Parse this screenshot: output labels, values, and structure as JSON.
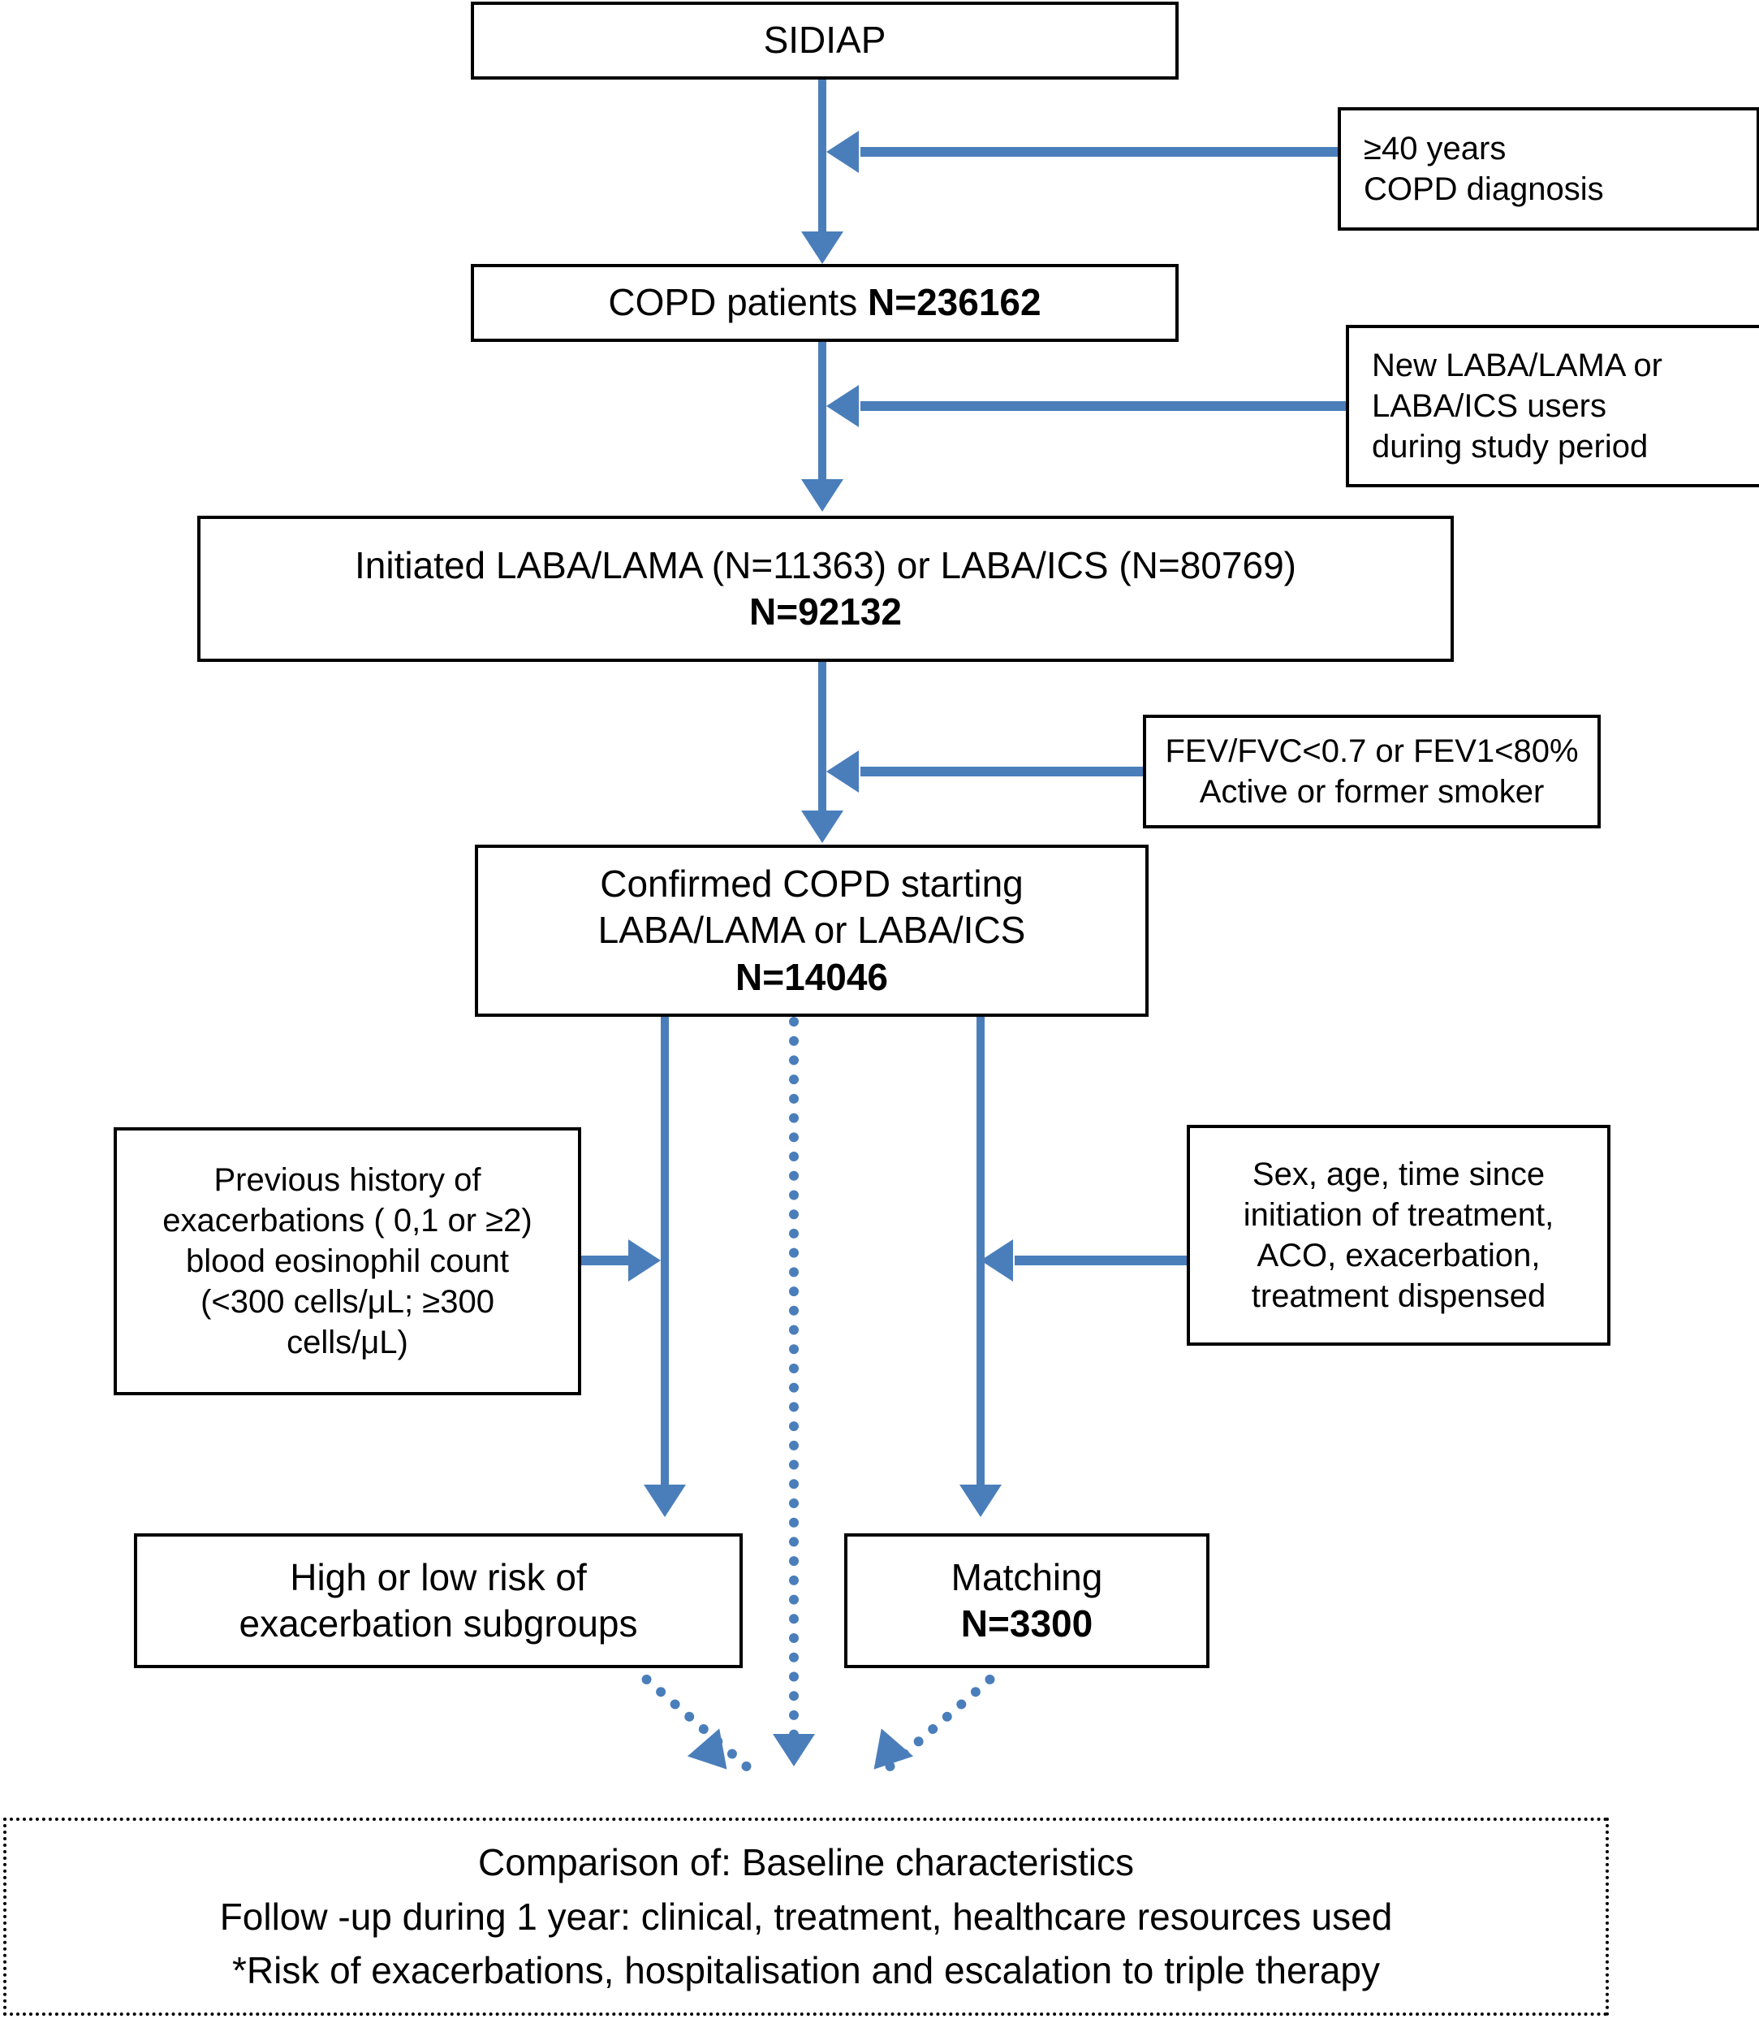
{
  "figure": {
    "type": "flowchart",
    "title": "COPD study patient selection flow diagram",
    "accent_color": "#4A7EBB",
    "box_border_color": "#000000",
    "background": "#ffffff"
  },
  "nodes": {
    "sidiap": {
      "label": "SIDIAP"
    },
    "copd_patients": {
      "label": "COPD patients ",
      "count": "N=236162"
    },
    "initiated": {
      "line1": "Initiated LABA/LAMA (N=11363) or LABA/ICS (N=80769)",
      "count": "N=92132",
      "laba_lama_n": "11363",
      "laba_ics_n": "80769",
      "total_n": "92132"
    },
    "confirmed": {
      "line1": "Confirmed COPD starting",
      "line2": "LABA/LAMA or LABA/ICS",
      "count": "N=14046"
    },
    "high_low_risk": {
      "line1": "High or low risk of",
      "line2": "exacerbation subgroups"
    },
    "matching": {
      "line1": "Matching",
      "count": "N=3300"
    },
    "comparison": {
      "line1": "Comparison of: Baseline characteristics",
      "line2": "Follow -up during 1 year: clinical, treatment, healthcare resources used",
      "line3": "*Risk of exacerbations, hospitalisation and escalation to triple therapy"
    }
  },
  "criteria": {
    "age_copd": {
      "line1": "≥40 years",
      "line2": "COPD diagnosis"
    },
    "new_users": {
      "line1": "New LABA/LAMA or",
      "line2": "LABA/ICS users",
      "line3": "during study period"
    },
    "spirometry": {
      "line1": "FEV/FVC<0.7 or FEV1<80%",
      "line2": "Active or former smoker"
    },
    "previous_history": {
      "line1": "Previous history of",
      "line2": "exacerbations ( 0,1 or ≥2)",
      "line3": "blood eosinophil count",
      "line4": "(<300 cells/μL; ≥300",
      "line5": "cells/μL)"
    },
    "matching_vars": {
      "line1": "Sex, age, time since",
      "line2": "initiation of treatment,",
      "line3": "ACO, exacerbation,",
      "line4": "treatment dispensed"
    }
  }
}
